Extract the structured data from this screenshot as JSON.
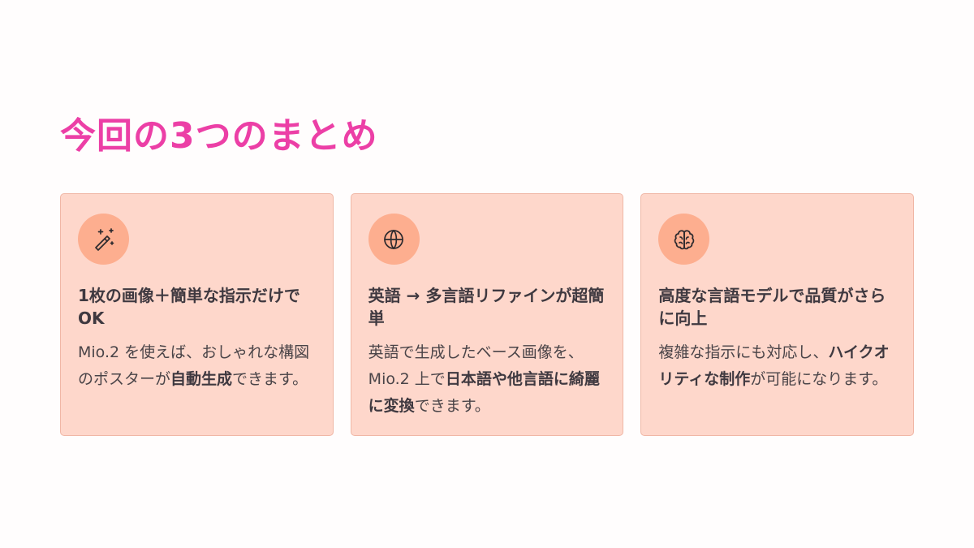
{
  "slide": {
    "title": "今回の3つのまとめ",
    "accent_color": "#ec3fa6",
    "card_bg": "#fed7cb",
    "icon_circle_bg": "#fdae8f"
  },
  "cards": [
    {
      "icon": "magic-wand-icon",
      "title": "1枚の画像＋簡単な指示だけでOK",
      "body": [
        {
          "text": "Mio.2 を使えば、おしゃれな構図のポスターが",
          "bold": false
        },
        {
          "text": "自動生成",
          "bold": true
        },
        {
          "text": "できます。",
          "bold": false
        }
      ]
    },
    {
      "icon": "globe-icon",
      "title": "英語 → 多言語リファインが超簡単",
      "body": [
        {
          "text": "英語で生成したベース画像を、Mio.2 上で",
          "bold": false
        },
        {
          "text": "日本語や他言語に綺麗に変換",
          "bold": true
        },
        {
          "text": "できます。",
          "bold": false
        }
      ]
    },
    {
      "icon": "brain-icon",
      "title": "高度な言語モデルで品質がさらに向上",
      "body": [
        {
          "text": "複雑な指示にも対応し、",
          "bold": false
        },
        {
          "text": "ハイクオリティな制作",
          "bold": true
        },
        {
          "text": "が可能になります。",
          "bold": false
        }
      ]
    }
  ]
}
